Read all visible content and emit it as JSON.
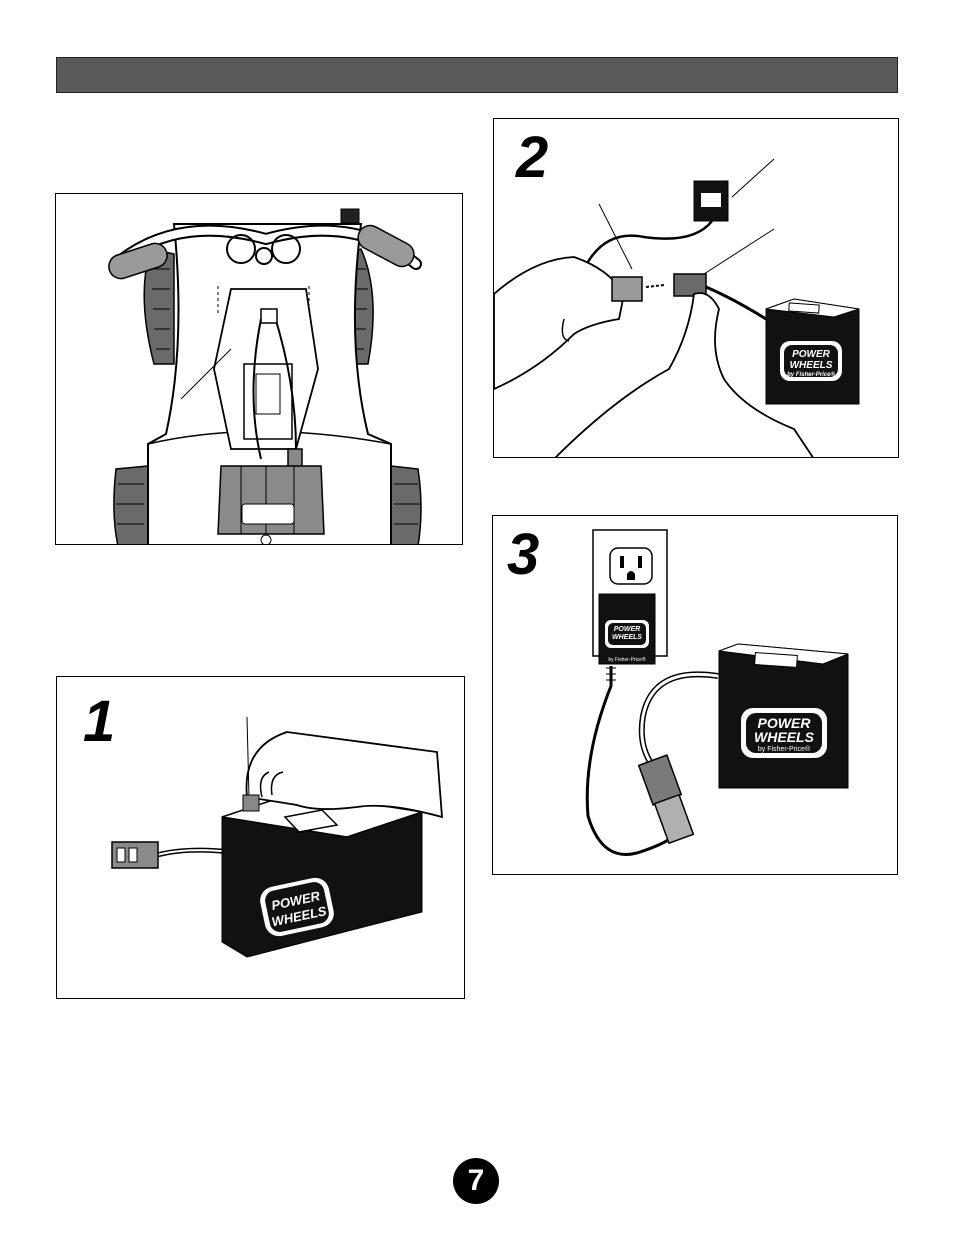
{
  "page": {
    "number": "7"
  },
  "figures": {
    "atv_top_view": {
      "icon": "atv-battery-compartment-illustration"
    },
    "step1": {
      "number": "1",
      "icon": "battery-lift-illustration",
      "logo_line1": "POWER",
      "logo_line2": "WHEELS"
    },
    "step2": {
      "number": "2",
      "icon": "charger-connect-illustration",
      "logo_line1": "POWER",
      "logo_line2": "WHEELS",
      "logo_line3": "by Fisher-Price®"
    },
    "step3": {
      "number": "3",
      "icon": "wall-outlet-charging-illustration",
      "charger_logo_line1": "POWER",
      "charger_logo_line2": "WHEELS",
      "charger_logo_line3": "by Fisher-Price®",
      "logo_line1": "POWER",
      "logo_line2": "WHEELS",
      "logo_line3": "by Fisher-Price®"
    }
  },
  "colors": {
    "header_bar": "#5a5a5a",
    "ink": "#000000",
    "paper": "#ffffff"
  }
}
